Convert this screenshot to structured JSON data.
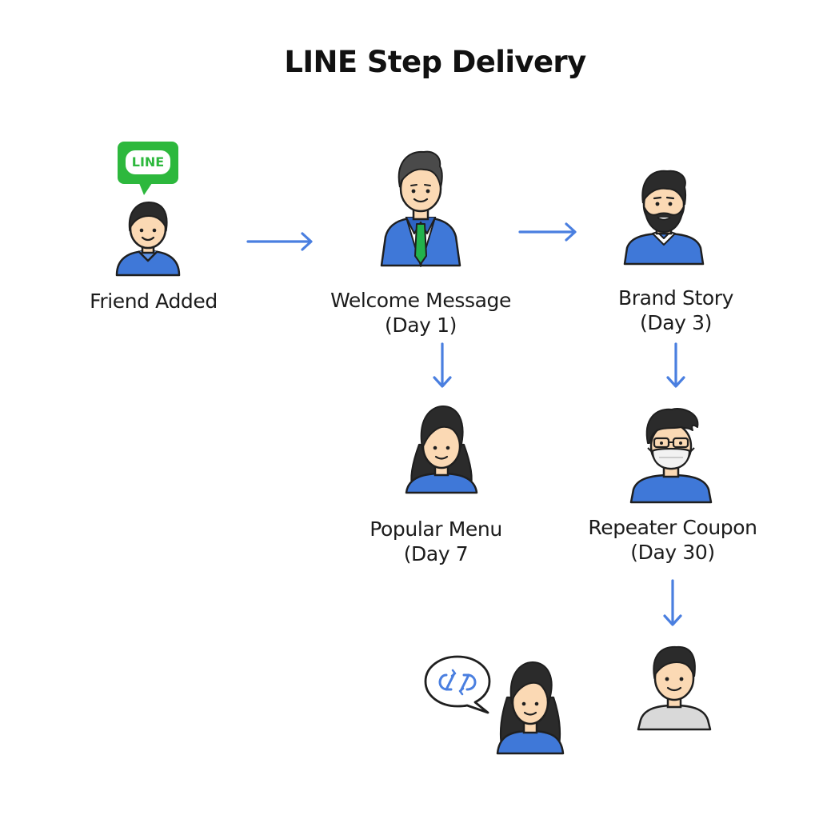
{
  "diagram": {
    "title": "LINE Step Delivery",
    "badge_text": "LINE",
    "steps": [
      {
        "label_line1": "Friend Added",
        "label_line2": ""
      },
      {
        "label_line1": "Welcome Message",
        "label_line2": "(Day 1)"
      },
      {
        "label_line1": "Brand Story",
        "label_line2": "(Day 3)"
      },
      {
        "label_line1": "Popular Menu",
        "label_line2": "(Day 7"
      },
      {
        "label_line1": "Repeater Coupon",
        "label_line2": "(Day 30)"
      }
    ],
    "icons": {
      "badge": "line-logo-icon",
      "bubble": "sync-chat-icon"
    },
    "colors": {
      "line_green": "#2DB83D",
      "arrow_blue": "#4A7FE0",
      "shirt_blue": "#3F78D8",
      "tie_green": "#22B24C",
      "skin": "#FBD9B4",
      "hair": "#2B2B2B",
      "outline": "#1F1F1F",
      "mask": "#F2F2F2",
      "white_shirt": "#D9D9D9"
    }
  }
}
